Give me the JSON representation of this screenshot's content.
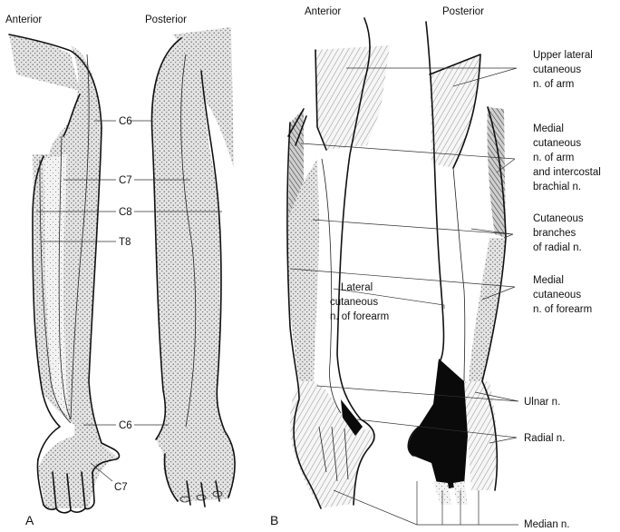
{
  "colors": {
    "ink": "#111111",
    "stipple": "#9a9a9a",
    "hatch": "#777777",
    "black": "#0a0a0a"
  },
  "panel_a": {
    "letter": "A",
    "anterior": "Anterior",
    "posterior": "Posterior",
    "labels": {
      "c6": "C6",
      "c7": "C7",
      "c8": "C8",
      "t8": "T8",
      "c6_hand": "C6",
      "c7_hand": "C7"
    }
  },
  "panel_b": {
    "letter": "B",
    "anterior": "Anterior",
    "posterior": "Posterior",
    "upper_lateral": [
      "Upper lateral",
      "cutaneous",
      "n. of arm"
    ],
    "medial_arm": [
      "Medial",
      "cutaneous",
      "n. of arm",
      "and intercostal",
      "brachial n."
    ],
    "radial_branches": [
      "Cutaneous",
      "branches",
      "of radial n."
    ],
    "medial_forearm": [
      "Medial",
      "cutaneous",
      "n. of forearm"
    ],
    "lateral_forearm": [
      "Lateral",
      "cutaneous",
      "n. of forearm"
    ],
    "ulnar": "Ulnar n.",
    "radial": "Radial n.",
    "median": "Median n."
  }
}
